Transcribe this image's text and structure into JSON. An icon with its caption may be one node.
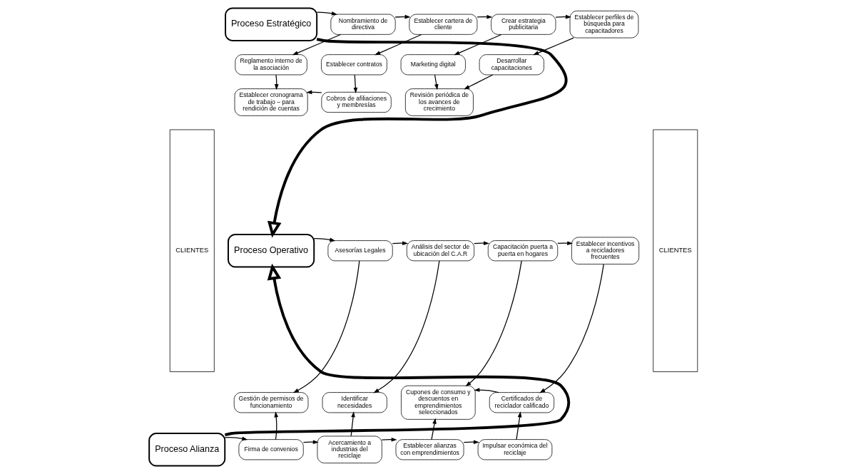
{
  "diagram": {
    "nodes": [
      {
        "text": [
          "CLIENTES"
        ]
      },
      {
        "text": [
          "Proceso Estratégico"
        ]
      },
      {
        "text": [
          "Nombramiento de directiva"
        ]
      },
      {
        "text": [
          "Establecer cartera de cliente"
        ]
      },
      {
        "text": [
          "Crear estrategia publicitaria"
        ]
      },
      {
        "text": [
          "Establecer perfiles de búsqueda para capacitadores"
        ]
      },
      {
        "text": [
          "Reglamento interno de la asociación"
        ]
      },
      {
        "text": [
          "Establecer contratos"
        ]
      },
      {
        "text": [
          "Marketing digital"
        ]
      },
      {
        "text": [
          "Desarrollar capacitaciones"
        ]
      },
      {
        "text": [
          "Establecer cronograma de trabajo – para rendición de cuentas"
        ]
      },
      {
        "text": [
          "Cobros de afiliaciones y membresías"
        ]
      },
      {
        "text": [
          "Revisión periódica de los avances de crecimiento"
        ]
      },
      {
        "text": [
          "Proceso Operativo"
        ]
      },
      {
        "text": [
          "Asesorías Legales"
        ]
      },
      {
        "text": [
          "Análisis del sector de ubicación del C.A.R"
        ]
      },
      {
        "text": [
          "Capacitación puerta a puerta en hogares"
        ]
      },
      {
        "text": [
          "Establecer incentivos a recicladores frecuentes"
        ]
      },
      {
        "text": [
          "Gestión de permisos de funcionamiento"
        ]
      },
      {
        "text": [
          "Identificar necesidades"
        ]
      },
      {
        "text": [
          "Cupones de consumo y descuentos en emprendimientos seleccionados"
        ]
      },
      {
        "text": [
          "Certificados de reciclador calificado"
        ]
      },
      {
        "text": [
          "Proceso Alianza"
        ]
      },
      {
        "text": [
          "Firma de convenios"
        ]
      },
      {
        "text": [
          "Acercamiento a industrias del reciclaje"
        ]
      },
      {
        "text": [
          "Establecer alianzas con emprendimientos"
        ]
      },
      {
        "text": [
          "Impulsar económica del reciclaje"
        ]
      },
      {
        "text": [
          "CLIENTES"
        ]
      }
    ],
    "edges": [
      {
        "from": 1,
        "to": 2,
        "arrow": "to"
      },
      {
        "from": 2,
        "to": 3,
        "arrow": "to"
      },
      {
        "from": 3,
        "to": 4,
        "arrow": "to"
      },
      {
        "from": 4,
        "to": 5,
        "arrow": "to"
      },
      {
        "from": 2,
        "to": 6,
        "arrow": "to"
      },
      {
        "from": 3,
        "to": 7,
        "arrow": "to"
      },
      {
        "from": 4,
        "to": 8,
        "arrow": "to"
      },
      {
        "from": 5,
        "to": 9,
        "arrow": "to"
      },
      {
        "from": 6,
        "to": 10,
        "arrow": "to"
      },
      {
        "from": 7,
        "to": 11,
        "arrow": "to"
      },
      {
        "from": 11,
        "to": 10,
        "arrow": "to"
      },
      {
        "from": 8,
        "to": 12,
        "arrow": "to"
      },
      {
        "from": 9,
        "to": 12,
        "arrow": "to"
      },
      {
        "from": 1,
        "to": 13,
        "arrow": "to",
        "style": "thick"
      },
      {
        "from": 22,
        "to": 13,
        "arrow": "to",
        "style": "thick"
      },
      {
        "from": 13,
        "to": 14,
        "arrow": "to"
      },
      {
        "from": 14,
        "to": 15,
        "arrow": "to"
      },
      {
        "from": 15,
        "to": 16,
        "arrow": "to"
      },
      {
        "from": 16,
        "to": 17,
        "arrow": "to"
      },
      {
        "from": 14,
        "to": 18,
        "arrow": "to"
      },
      {
        "from": 15,
        "to": 19,
        "arrow": "to"
      },
      {
        "from": 16,
        "to": 20,
        "arrow": "to"
      },
      {
        "from": 17,
        "to": 21,
        "arrow": "to"
      },
      {
        "from": 21,
        "to": 20,
        "arrow": "to"
      },
      {
        "from": 22,
        "to": 23,
        "arrow": "to"
      },
      {
        "from": 23,
        "to": 24,
        "arrow": "to"
      },
      {
        "from": 24,
        "to": 25,
        "arrow": "to"
      },
      {
        "from": 25,
        "to": 26,
        "arrow": "to"
      },
      {
        "from": 23,
        "to": 18,
        "arrow": "to"
      },
      {
        "from": 24,
        "to": 19,
        "arrow": "to"
      },
      {
        "from": 25,
        "to": 20,
        "arrow": "to"
      },
      {
        "from": 26,
        "to": 21,
        "arrow": "to"
      }
    ]
  }
}
